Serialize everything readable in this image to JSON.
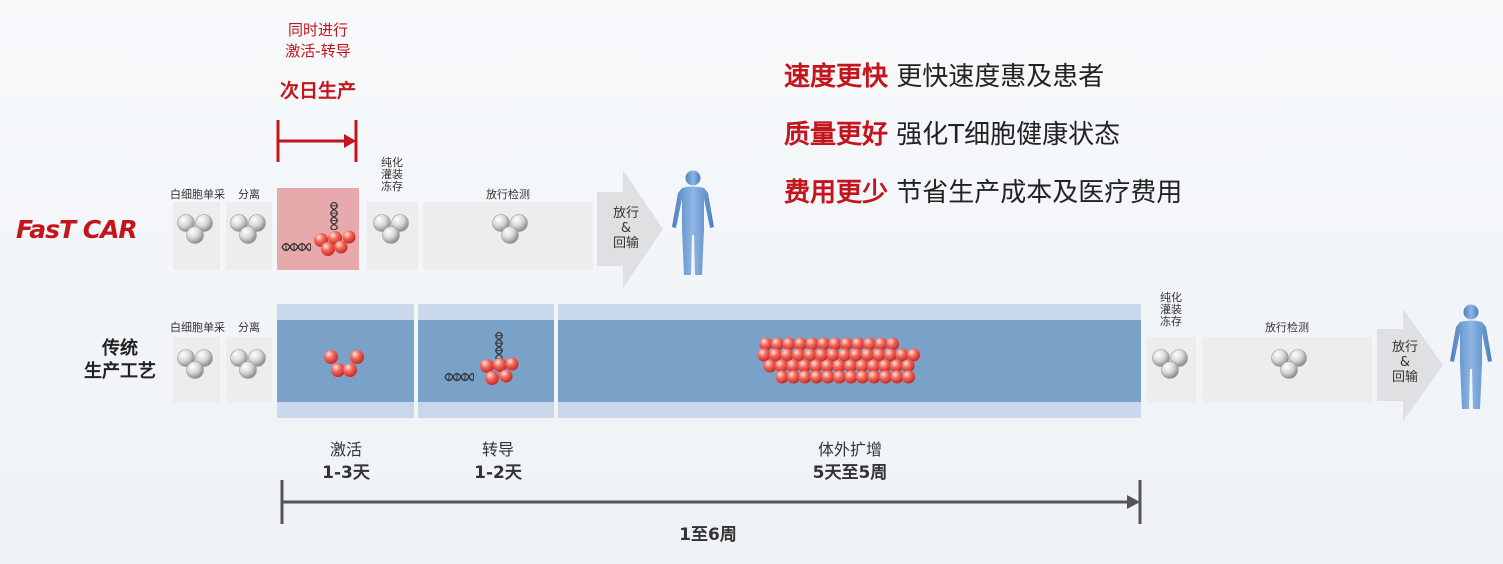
{
  "header": {
    "simultaneous": "同时进行",
    "activation_transduction": "激活-转导",
    "next_day": "次日生产"
  },
  "benefits": [
    {
      "key": "速度更快",
      "value": "更快速度惠及患者"
    },
    {
      "key": "质量更好",
      "value": "强化T细胞健康状态"
    },
    {
      "key": "费用更少",
      "value": "节省生产成本及医疗费用"
    }
  ],
  "fastcar": {
    "logo": "FasT CAR",
    "steps": {
      "leukapheresis": "白细胞单采",
      "separation": "分离",
      "purify": [
        "纯化",
        "灌装",
        "冻存"
      ],
      "release_test": "放行检测",
      "release_arrow": [
        "放行",
        "&",
        "回输"
      ]
    }
  },
  "traditional": {
    "label_line1": "传统",
    "label_line2": "生产工艺",
    "steps": {
      "leukapheresis": "白细胞单采",
      "separation": "分离",
      "purify": [
        "纯化",
        "灌装",
        "冻存"
      ],
      "release_test": "放行检测",
      "release_arrow": [
        "放行",
        "&",
        "回输"
      ]
    },
    "stages": [
      {
        "name": "激活",
        "duration": "1-3天"
      },
      {
        "name": "转导",
        "duration": "1-2天"
      },
      {
        "name": "体外扩增",
        "duration": "5天至5周"
      }
    ],
    "total": "1至6周"
  },
  "colors": {
    "brand_red": "#c4141c",
    "band_dark": "#7aa1c7",
    "band_light": "#c9d8ea",
    "human_blue": "#5b8fcb"
  }
}
